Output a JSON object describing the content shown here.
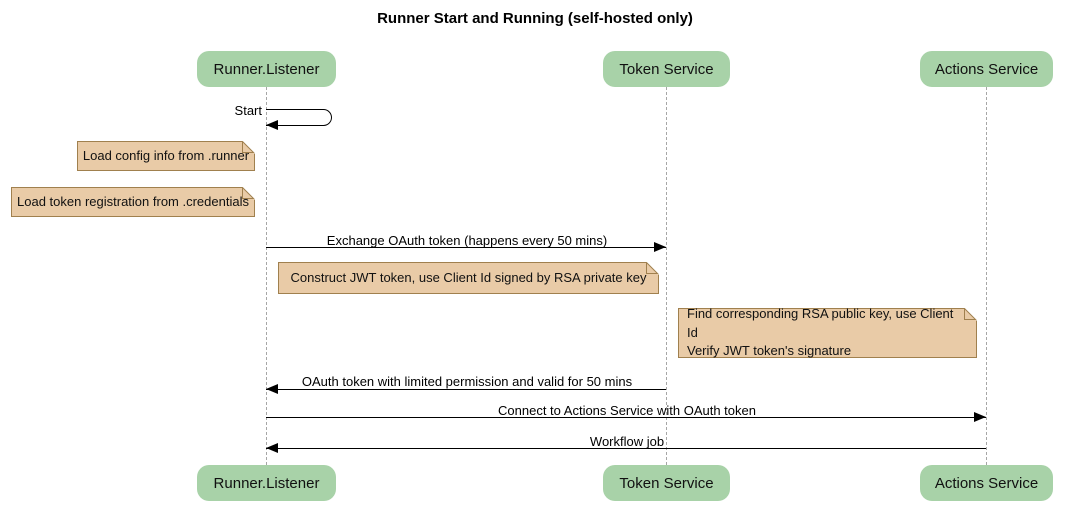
{
  "title": "Runner Start and Running (self-hosted only)",
  "participants": [
    {
      "name": "Runner.Listener"
    },
    {
      "name": "Token Service"
    },
    {
      "name": "Actions Service"
    }
  ],
  "messages": {
    "start": {
      "label": "Start",
      "from": "Runner.Listener",
      "to": "Runner.Listener"
    },
    "exchange_oauth": {
      "label": "Exchange OAuth token (happens every 50 mins)",
      "from": "Runner.Listener",
      "to": "Token Service"
    },
    "oauth_return": {
      "label": "OAuth token with limited permission and valid for 50 mins",
      "from": "Token Service",
      "to": "Runner.Listener"
    },
    "connect": {
      "label": "Connect to Actions Service with OAuth token",
      "from": "Runner.Listener",
      "to": "Actions Service"
    },
    "workflow_job": {
      "label": "Workflow job",
      "from": "Actions Service",
      "to": "Runner.Listener"
    }
  },
  "notes": {
    "load_config": "Load config info from .runner",
    "load_credentials": "Load token registration from .credentials",
    "construct_jwt": "Construct JWT token, use Client Id signed by RSA private key",
    "verify_jwt": "Find corresponding RSA public key, use Client Id\nVerify JWT token's signature"
  },
  "colors": {
    "background": "#ffffff",
    "text": "#000000",
    "actor_fill": "#a8d2a8",
    "note_fill": "#e9cba7",
    "note_border": "#a0804e",
    "lifeline": "#a6a6a6",
    "arrow": "#000000"
  }
}
